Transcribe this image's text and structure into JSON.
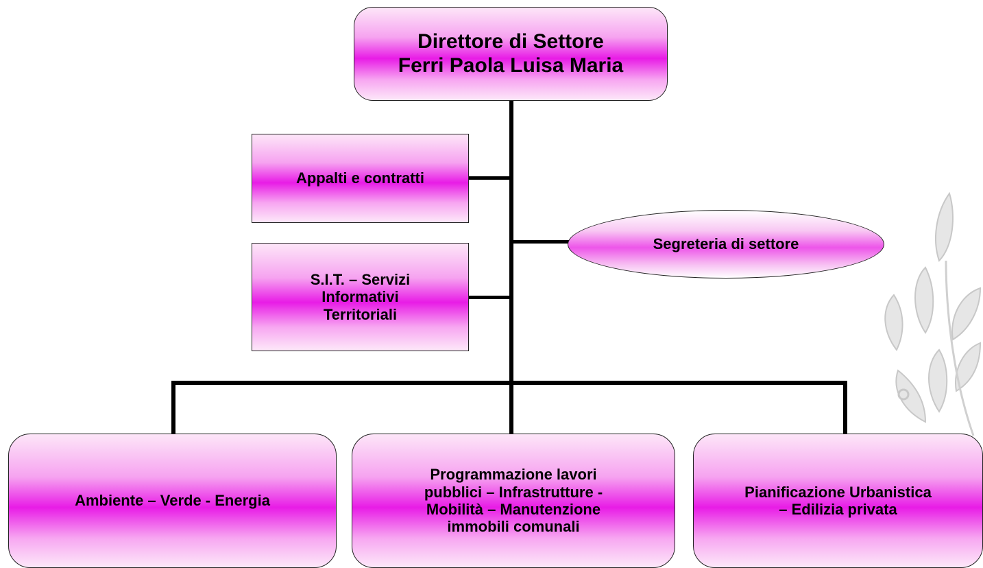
{
  "director": {
    "line1": "Direttore di Settore",
    "line2": "Ferri Paola Luisa Maria"
  },
  "staff": {
    "appalti": "Appalti e contratti",
    "sit": "S.I.T. – Servizi\nInformativi\nTerritoriali",
    "segreteria": "Segreteria di settore"
  },
  "units": [
    {
      "label": "Ambiente  – Verde - Energia"
    },
    {
      "label": "Programmazione lavori\npubblici – Infrastrutture -\nMobilità – Manutenzione\nimmobili comunali"
    },
    {
      "label": "Pianificazione Urbanistica\n– Edilizia privata"
    }
  ],
  "colors": {
    "box_fill": "#e81ce6",
    "box_light": "#fde6f8",
    "line": "#000000",
    "leaf": "#d9d9d9"
  }
}
